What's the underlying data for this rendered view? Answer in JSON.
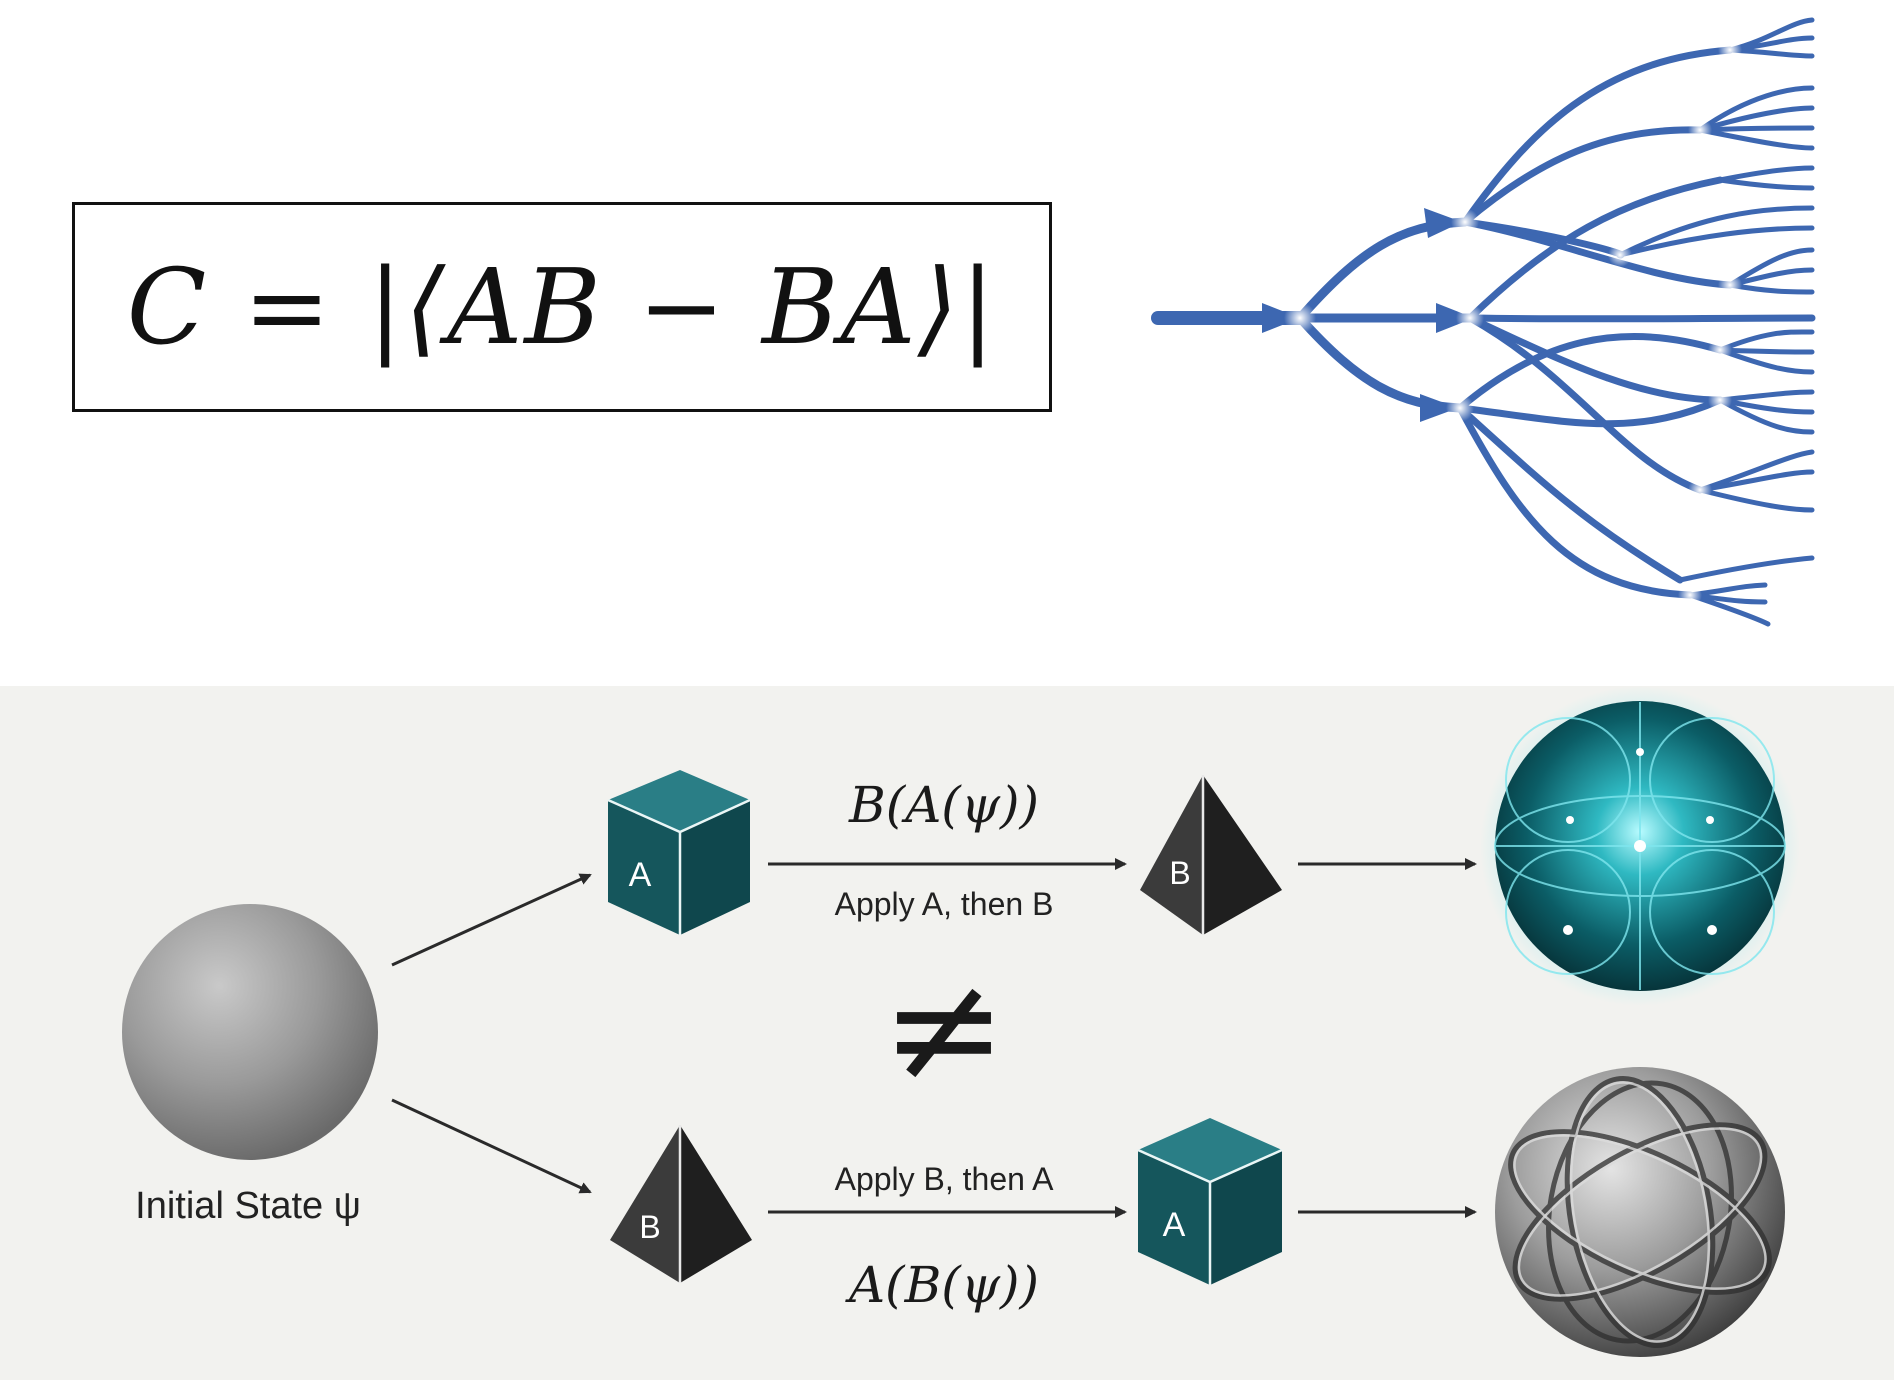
{
  "formula": {
    "text": "C = |⟨AB − BA⟩|"
  },
  "diagram": {
    "initial_state_label": "Initial State ψ",
    "top_path": {
      "formula": "B(A(ψ))",
      "caption": "Apply A, then B",
      "first_operator": "A",
      "second_operator": "B"
    },
    "bottom_path": {
      "formula": "A(B(ψ))",
      "caption": "Apply B, then A",
      "first_operator": "B",
      "second_operator": "A"
    },
    "not_equal_symbol": "≠"
  },
  "colors": {
    "tree_blue": "#3d67b1",
    "cube_teal": "#17595f",
    "pyramid_dark": "#2b2b2b",
    "panel_bg": "#f2f2ef"
  }
}
